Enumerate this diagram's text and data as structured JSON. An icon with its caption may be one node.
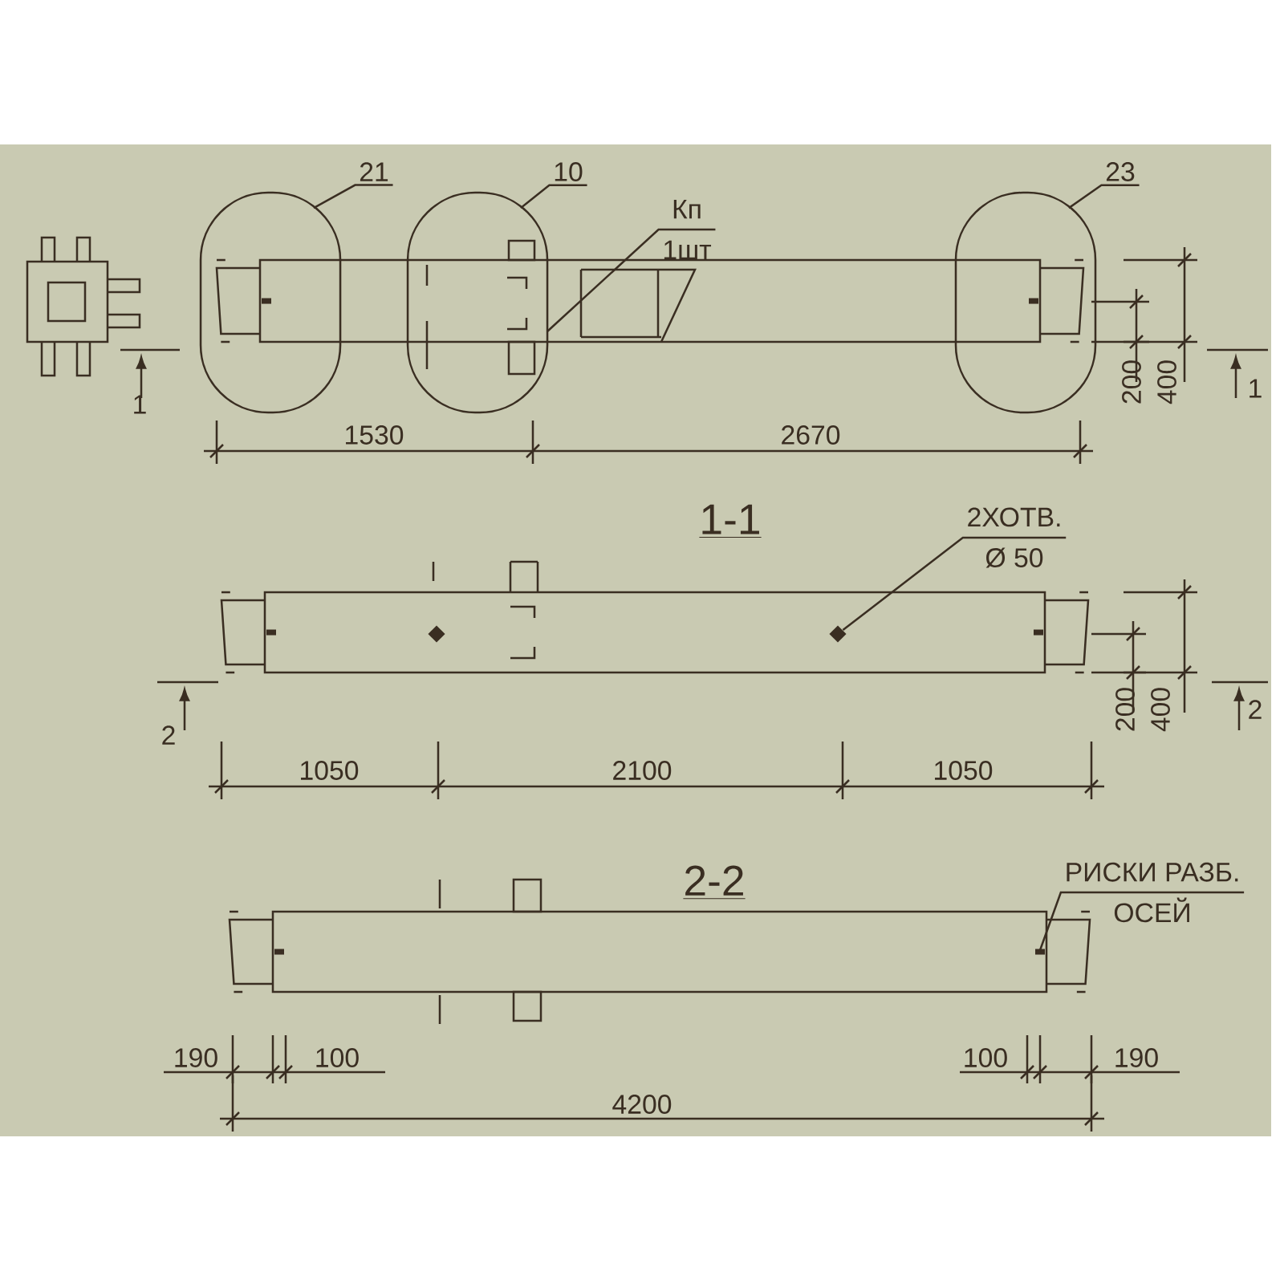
{
  "diagram": {
    "nodes": [
      {
        "text": [
          "21"
        ]
      },
      {
        "text": [
          "10"
        ]
      },
      {
        "text": [
          "23"
        ]
      },
      {
        "text": [
          "Кп",
          "1шт"
        ]
      },
      {
        "text": [
          "2ХОТВ.",
          "Ø 50"
        ]
      },
      {
        "text": [
          "РИСКИ РАЗБ.",
          "ОСЕЙ"
        ]
      },
      {
        "text": [],
        "shape": "oval"
      },
      {
        "text": [],
        "shape": "oval"
      },
      {
        "text": [],
        "shape": "oval"
      },
      {
        "text": [],
        "shape": "diamond"
      },
      {
        "text": [],
        "shape": "diamond"
      }
    ],
    "edges": [
      {
        "from": 0,
        "to": 6,
        "arrow": "none"
      },
      {
        "from": 1,
        "to": 7,
        "arrow": "none"
      },
      {
        "from": 2,
        "to": 8,
        "arrow": "none"
      },
      {
        "from": 3,
        "to": 7,
        "arrow": "none"
      },
      {
        "from": 4,
        "to": 10,
        "arrow": "none"
      },
      {
        "from": 5,
        "to": null,
        "arrow": "none"
      }
    ],
    "labels": [
      "1",
      "1",
      "200",
      "400",
      "1530",
      "2670",
      "1-1",
      "200",
      "400",
      "2",
      "2",
      "1050",
      "2100",
      "1050",
      "2-2",
      "190",
      "100",
      "100",
      "190",
      "4200"
    ]
  }
}
